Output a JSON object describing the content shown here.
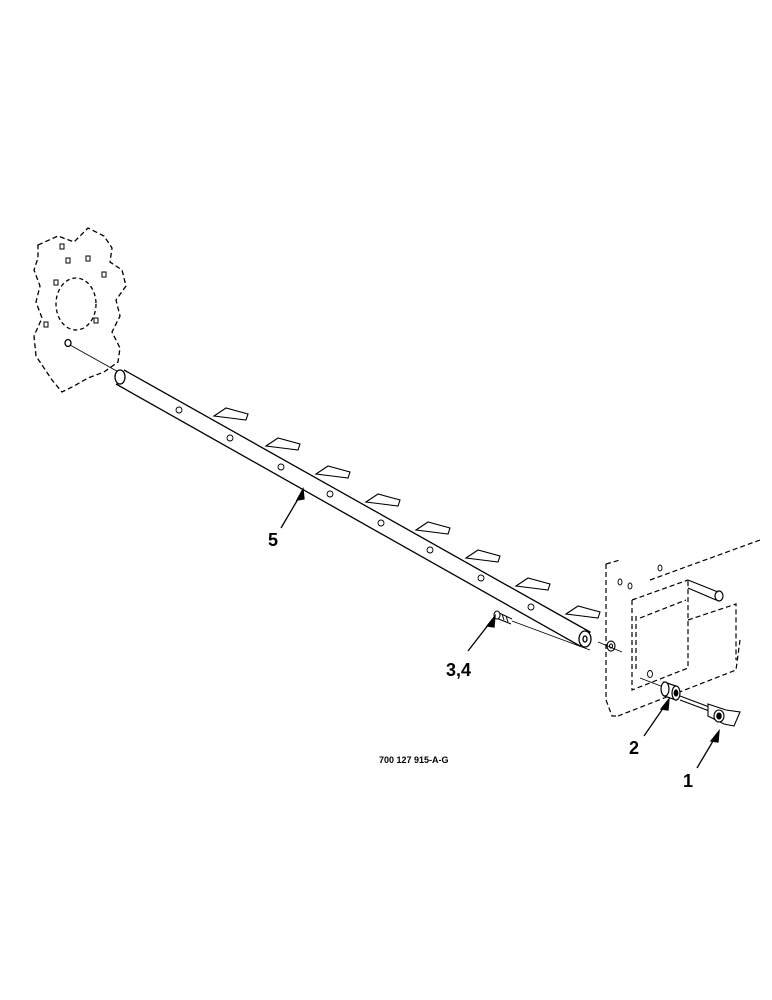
{
  "diagram": {
    "figure_number": "700 127 915-A-G",
    "callouts": {
      "c1": "1",
      "c2": "2",
      "c34": "3,4",
      "c5": "5"
    }
  }
}
